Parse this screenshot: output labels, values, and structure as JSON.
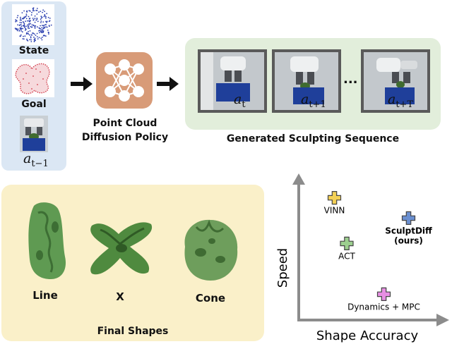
{
  "inputs": {
    "state_label": "State",
    "goal_label": "Goal",
    "action_label": "a",
    "action_sub": "t−1"
  },
  "policy": {
    "line1": "Point Cloud",
    "line2": "Diffusion Policy"
  },
  "sequence": {
    "frames": [
      {
        "label": "a",
        "sub": "t"
      },
      {
        "label": "a",
        "sub": "t+1"
      },
      {
        "label": "a",
        "sub": "t+T"
      }
    ],
    "ellipsis": "...",
    "caption": "Generated Sculpting Sequence"
  },
  "shapes": {
    "items": [
      "Line",
      "X",
      "Cone"
    ],
    "caption": "Final Shapes"
  },
  "chart_data": {
    "type": "scatter",
    "xlabel": "Shape Accuracy",
    "ylabel": "Speed",
    "points": [
      {
        "label": "VINN",
        "color": "#f2cf55",
        "x": 0.22,
        "y": 0.88
      },
      {
        "label": "SculptDiff",
        "sublabel": "(ours)",
        "color": "#6a8fd0",
        "x": 0.82,
        "y": 0.72,
        "bold": true
      },
      {
        "label": "ACT",
        "color": "#9ccf8f",
        "x": 0.32,
        "y": 0.52
      },
      {
        "label": "Dynamics + MPC",
        "color": "#e78fe3",
        "x": 0.62,
        "y": 0.12
      }
    ]
  }
}
